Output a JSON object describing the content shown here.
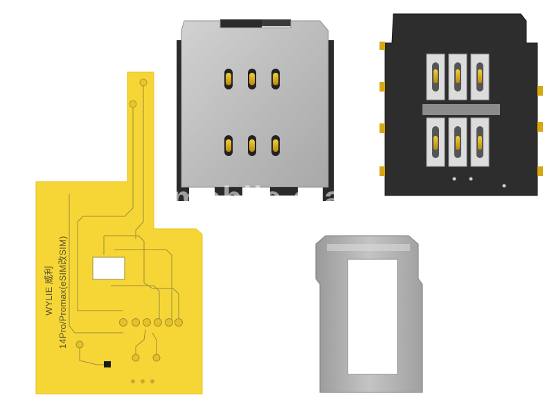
{
  "flex_cable": {
    "brand_label": "WYLIE 威利",
    "model_label": "14Pro/Promax(eSIM改SIM)",
    "color": "#f6d637"
  },
  "watermark": {
    "text": "mobile  sta"
  },
  "colors": {
    "steel": "#bcbcbc",
    "dark_reader": "#2d2d2d",
    "gold": "#d8a814",
    "background": "#ffffff"
  }
}
